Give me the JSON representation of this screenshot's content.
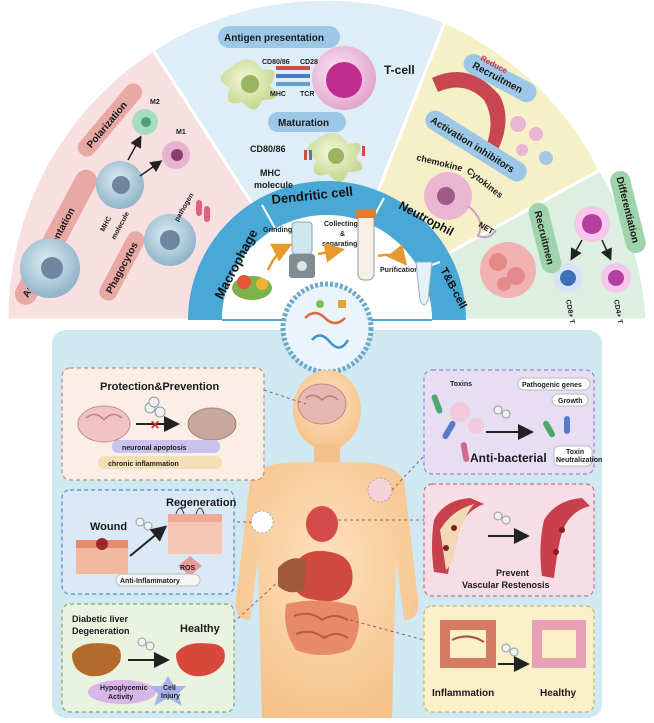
{
  "wheel": {
    "center_labels": {
      "macrophage": "Macrophage",
      "dendritic": "Dendritic cell",
      "neutrophil": "Neutrophil",
      "tb": "T&B-cell"
    },
    "process": {
      "grinding": "Grinding",
      "collecting": "Collecting",
      "amp": "&",
      "separating": "separating",
      "purification": "Purification"
    },
    "macrophage_sector": {
      "antigen_presentation": "Antigen presentation",
      "mhc_line1": "MHC",
      "mhc_line2": "molecule",
      "polarization": "Polarization",
      "m2": "M2",
      "m1": "M1",
      "pathogen": "pathogen",
      "phagocytos": "Phagocytos"
    },
    "dendritic_sector": {
      "antigen_presentation": "Antigen presentation",
      "tcell": "T-cell",
      "cd8086": "CD80/86",
      "cd28": "CD28",
      "mhc": "MHC",
      "tcr": "TCR",
      "maturation": "Maturation",
      "cd80_86": "CD80/86",
      "mhc_line1": "MHC",
      "mhc_line2": "molecule"
    },
    "neutrophil_sector": {
      "reduce": "Reduce",
      "recruitment": "Recruitmen",
      "activation_inhibitors": "Activation inhibitors",
      "chemokine": "chemokine",
      "cytokines": "Cytokines",
      "net": "NET"
    },
    "tb_sector": {
      "differentiation": "Differentiation",
      "recruitment": "Recruitmen",
      "cd8": "CD8+ T",
      "cd4": "CD4+ T"
    }
  },
  "panels": {
    "protection": {
      "title": "Protection&Prevention",
      "tag1": "neuronal apoptosis",
      "tag2": "chronic inflammation"
    },
    "wound": {
      "regeneration": "Regeneration",
      "wound": "Wound",
      "ros": "ROS",
      "anti_inflammatory": "Anti-Inflammatory"
    },
    "liver": {
      "title_line1": "Diabetic liver",
      "title_line2": "Degeneration",
      "healthy": "Healthy",
      "hypo_line1": "Hypoglycemic",
      "hypo_line2": "Activity",
      "cell_line1": "Cell",
      "cell_line2": "Injury"
    },
    "bacterial": {
      "toxins": "Toxins",
      "pathogenic_genes": "Pathogenic genes",
      "growth": "Growth",
      "anti_bacterial": "Anti-bacterial",
      "toxin_line1": "Toxin",
      "toxin_line2": "Neutralization"
    },
    "vascular": {
      "line1": "Prevent",
      "line2": "Vascular Restenosis"
    },
    "intestine": {
      "inflammation": "Inflammation",
      "healthy": "Healthy"
    }
  },
  "colors": {
    "macrophage_bg": "#f8dfe0",
    "dendritic_bg": "#ddeef7",
    "neutrophil_bg": "#f6f0c8",
    "tb_bg": "#dcefe0",
    "ring_blue": "#4aa8d6",
    "bottom_bg": "#cfe8f2",
    "pill_pink": "#e8a9a5",
    "pill_blue": "#9cc7e6",
    "pill_green": "#9fd3ab"
  }
}
